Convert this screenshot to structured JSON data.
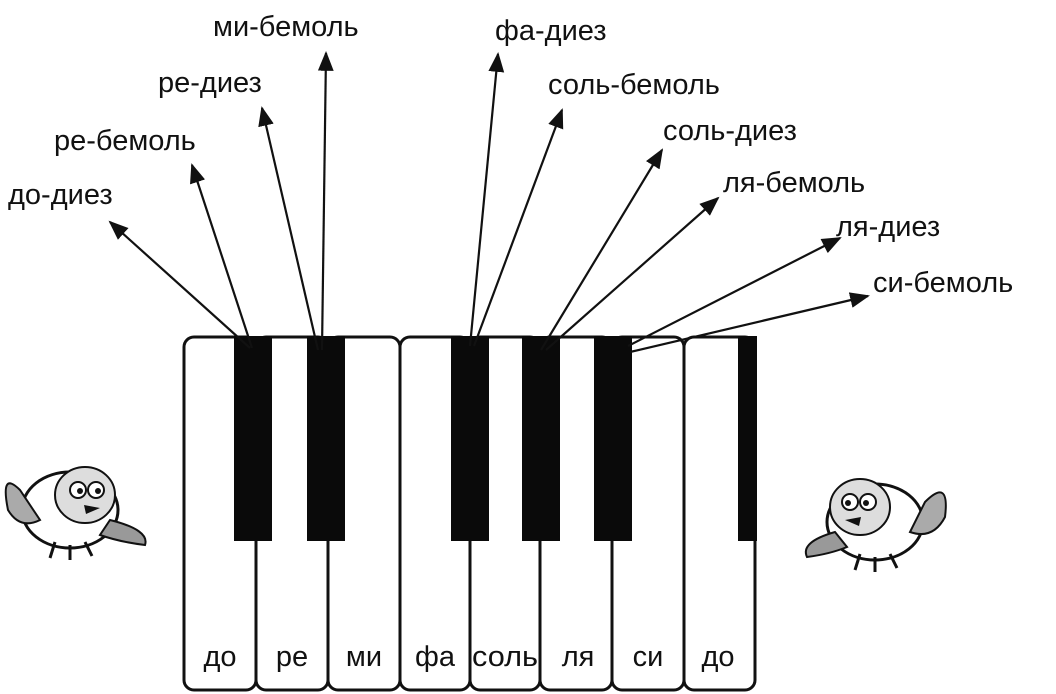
{
  "white_keys": [
    "до",
    "ре",
    "ми",
    "фа",
    "соль",
    "ля",
    "си",
    "до"
  ],
  "note_labels": [
    "до-диез",
    "ре-бемоль",
    "ре-диез",
    "ми-бемоль",
    "фа-диез",
    "соль-бемоль",
    "соль-диез",
    "ля-бемоль",
    "ля-диез",
    "си-бемоль"
  ],
  "decorations": {
    "left_bird": "bird-illustration",
    "right_bird": "bird-illustration"
  }
}
